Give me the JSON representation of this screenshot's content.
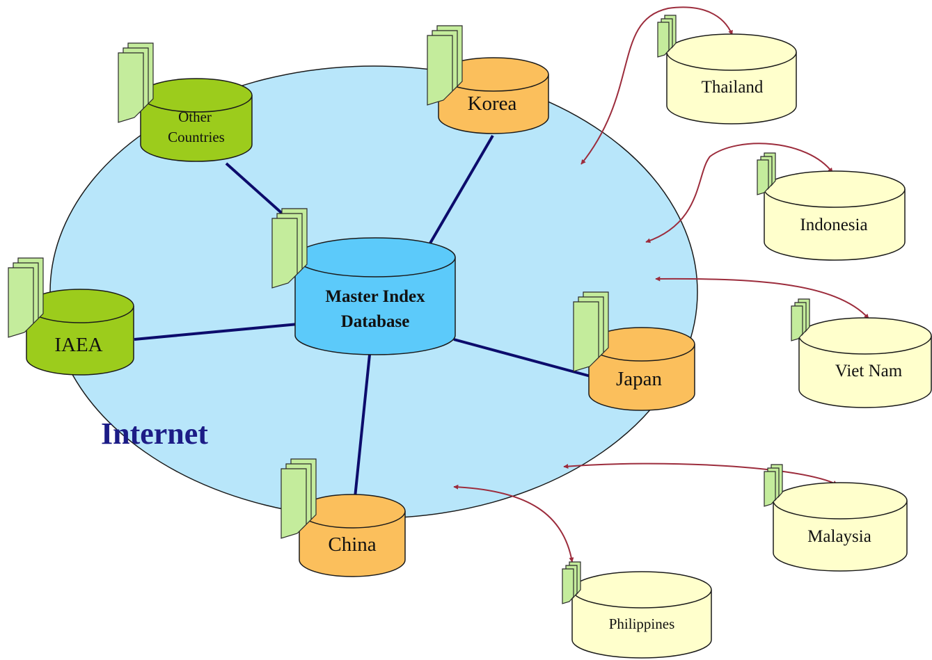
{
  "network": {
    "label": "Internet"
  },
  "master": {
    "line1": "Master Index",
    "line2": "Database"
  },
  "members": {
    "other_line1": "Other",
    "other_line2": "Countries",
    "korea": "Korea",
    "iaea": "IAEA",
    "japan": "Japan",
    "china": "China"
  },
  "remote": {
    "thailand": "Thailand",
    "indonesia": "Indonesia",
    "vietnam": "Viet Nam",
    "malaysia": "Malaysia",
    "philippines": "Philippines"
  },
  "colors": {
    "internet": "#b8e6fa",
    "master": "#5ccafa",
    "member_green": "#9ccc1c",
    "member_orange": "#fbbf5c",
    "remote_cream": "#ffffcc",
    "server": "#c4ec9c",
    "link": "#0c0c6c",
    "arrow": "#9c2c3c"
  }
}
